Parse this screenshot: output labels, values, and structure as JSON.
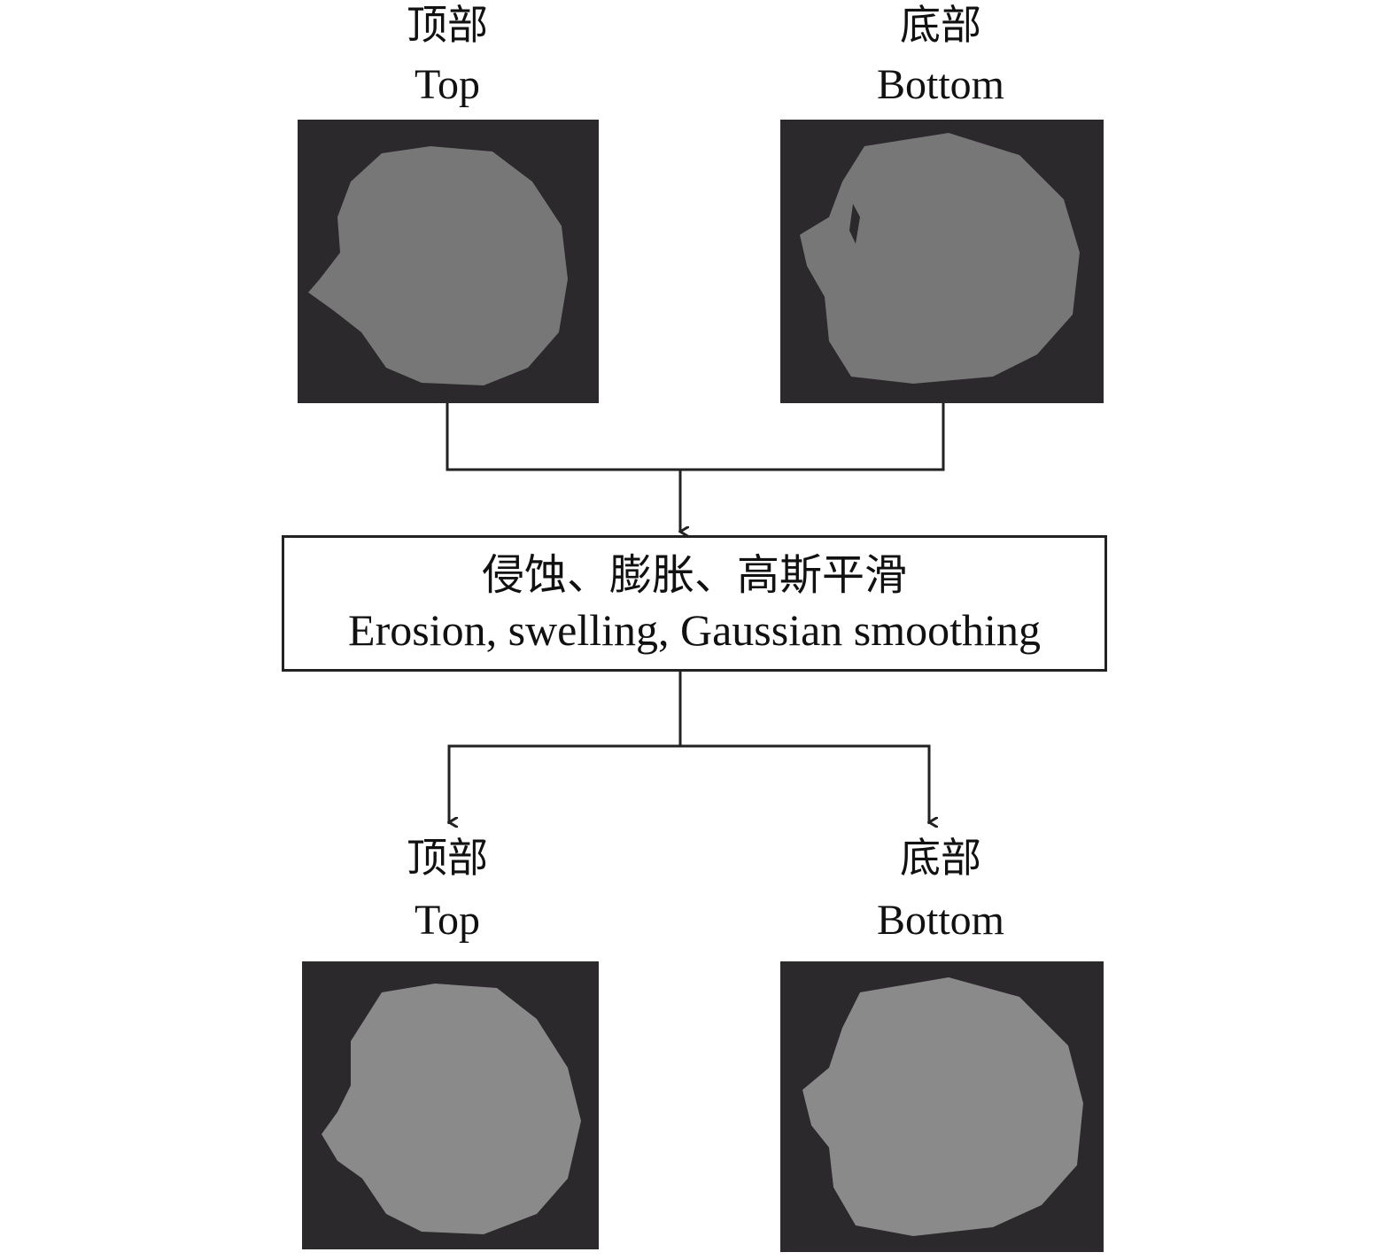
{
  "input": {
    "top": {
      "cn": "顶部",
      "en": "Top"
    },
    "bottom": {
      "cn": "底部",
      "en": "Bottom"
    }
  },
  "process": {
    "cn": "侵蚀、膨胀、高斯平滑",
    "en": "Erosion, swelling, Gaussian smoothing"
  },
  "output": {
    "top": {
      "cn": "顶部",
      "en": "Top"
    },
    "bottom": {
      "cn": "底部",
      "en": "Bottom"
    }
  },
  "colors": {
    "background": "#2b292b",
    "blob_raw": "#777777",
    "blob_smoothed": "#8a8a8a",
    "line": "#222222"
  }
}
